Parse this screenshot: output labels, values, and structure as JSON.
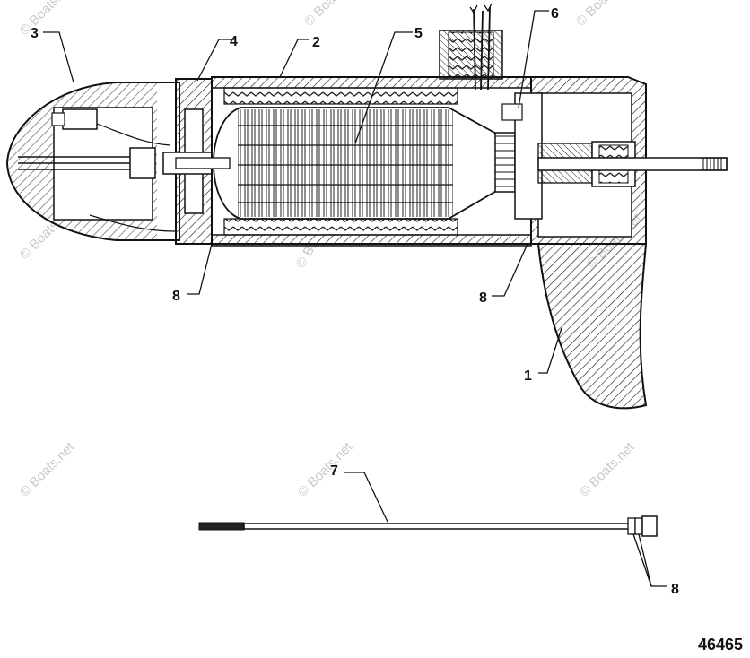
{
  "diagram": {
    "part_number": "46465",
    "watermark": "© Boats.net",
    "callouts": [
      {
        "id": "c1",
        "label": "1"
      },
      {
        "id": "c2",
        "label": "2"
      },
      {
        "id": "c3",
        "label": "3"
      },
      {
        "id": "c4",
        "label": "4"
      },
      {
        "id": "c5",
        "label": "5"
      },
      {
        "id": "c6",
        "label": "6"
      },
      {
        "id": "c7",
        "label": "7"
      },
      {
        "id": "c8a",
        "label": "8"
      },
      {
        "id": "c8b",
        "label": "8"
      },
      {
        "id": "c8c",
        "label": "8"
      }
    ]
  }
}
